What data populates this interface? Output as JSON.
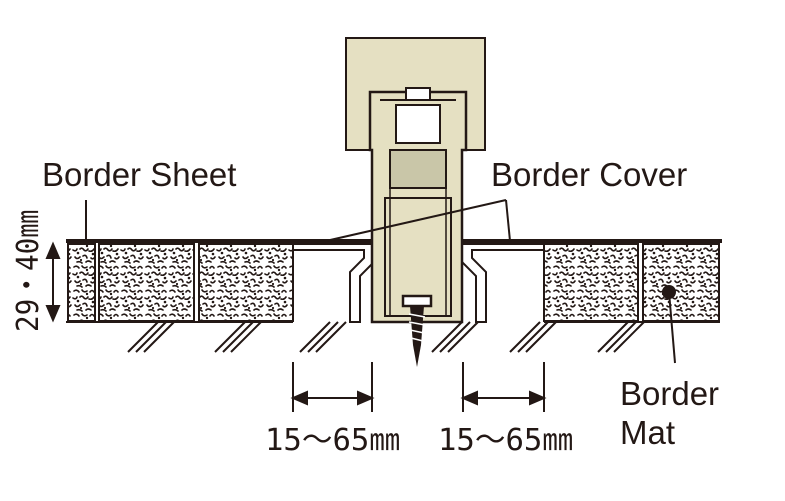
{
  "labels": {
    "border_sheet": "Border Sheet",
    "border_cover": "Border Cover",
    "border_mat_line1": "Border",
    "border_mat_line2": "Mat",
    "thickness": "29・40㎜",
    "gap_left": "15～65㎜",
    "gap_right": "15～65㎜"
  },
  "colors": {
    "line": "#231815",
    "profile_fill": "#e5e0c2",
    "dark_fill": "#c9c6a8",
    "mat_dots": "#231815"
  }
}
